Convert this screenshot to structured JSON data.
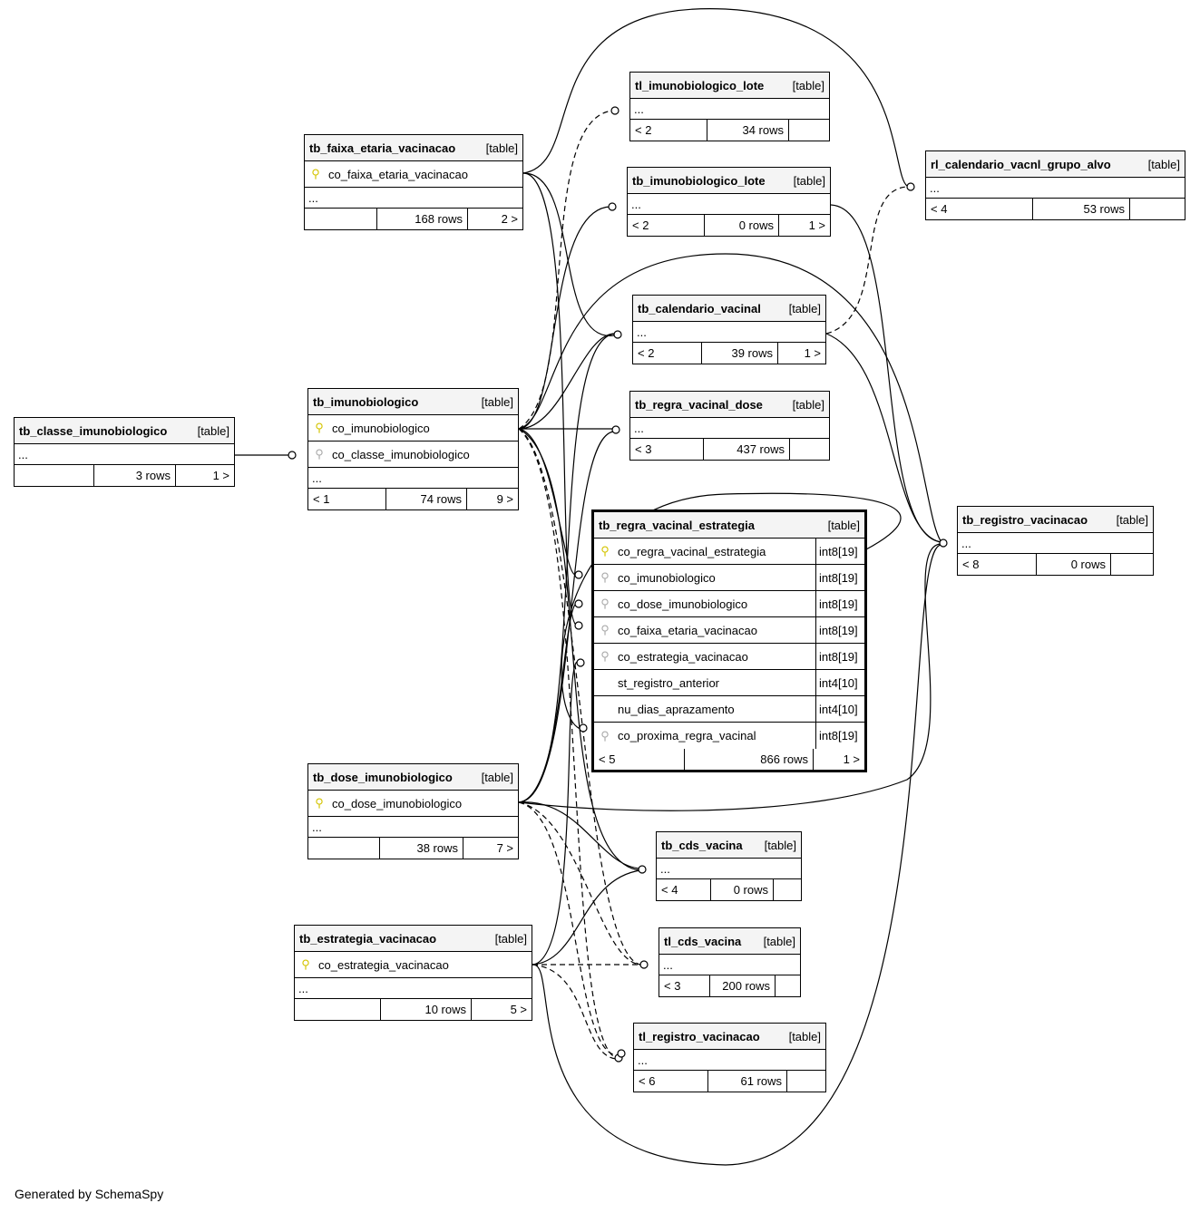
{
  "footer_text": "Generated by SchemaSpy",
  "colors": {
    "primary_key": "#d4c400",
    "foreign_key": "#aaaaaa",
    "header_bg": "#f4f4f4"
  },
  "tables": {
    "tl_imunobiologico_lote": {
      "name": "tl_imunobiologico_lote",
      "kind": "[table]",
      "dots": "...",
      "left": "< 2",
      "rows": "34 rows",
      "right": ""
    },
    "tb_imunobiologico_lote": {
      "name": "tb_imunobiologico_lote",
      "kind": "[table]",
      "dots": "...",
      "left": "< 2",
      "rows": "0 rows",
      "right": "1 >"
    },
    "rl_calendario_vacnl_grupo_alvo": {
      "name": "rl_calendario_vacnl_grupo_alvo",
      "kind": "[table]",
      "dots": "...",
      "left": "< 4",
      "rows": "53 rows",
      "right": ""
    },
    "tb_faixa_etaria_vacinacao": {
      "name": "tb_faixa_etaria_vacinacao",
      "kind": "[table]",
      "col1": "co_faixa_etaria_vacinacao",
      "dots": "...",
      "left": "",
      "rows": "168 rows",
      "right": "2 >"
    },
    "tb_calendario_vacinal": {
      "name": "tb_calendario_vacinal",
      "kind": "[table]",
      "dots": "...",
      "left": "< 2",
      "rows": "39 rows",
      "right": "1 >"
    },
    "tb_imunobiologico": {
      "name": "tb_imunobiologico",
      "kind": "[table]",
      "col1": "co_imunobiologico",
      "col2": "co_classe_imunobiologico",
      "dots": "...",
      "left": "< 1",
      "rows": "74 rows",
      "right": "9 >"
    },
    "tb_classe_imunobiologico": {
      "name": "tb_classe_imunobiologico",
      "kind": "[table]",
      "dots": "...",
      "left": "",
      "rows": "3 rows",
      "right": "1 >"
    },
    "tb_regra_vacinal_dose": {
      "name": "tb_regra_vacinal_dose",
      "kind": "[table]",
      "dots": "...",
      "left": "< 3",
      "rows": "437 rows",
      "right": ""
    },
    "tb_regra_vacinal_estrategia": {
      "name": "tb_regra_vacinal_estrategia",
      "kind": "[table]",
      "columns": [
        {
          "name": "co_regra_vacinal_estrategia",
          "type": "int8[19]",
          "key": "pk"
        },
        {
          "name": "co_imunobiologico",
          "type": "int8[19]",
          "key": "fk"
        },
        {
          "name": "co_dose_imunobiologico",
          "type": "int8[19]",
          "key": "fk"
        },
        {
          "name": "co_faixa_etaria_vacinacao",
          "type": "int8[19]",
          "key": "fk"
        },
        {
          "name": "co_estrategia_vacinacao",
          "type": "int8[19]",
          "key": "fk"
        },
        {
          "name": "st_registro_anterior",
          "type": "int4[10]",
          "key": ""
        },
        {
          "name": "nu_dias_aprazamento",
          "type": "int4[10]",
          "key": ""
        },
        {
          "name": "co_proxima_regra_vacinal",
          "type": "int8[19]",
          "key": "fk"
        }
      ],
      "left": "< 5",
      "rows": "866 rows",
      "right": "1 >"
    },
    "tb_registro_vacinacao": {
      "name": "tb_registro_vacinacao",
      "kind": "[table]",
      "dots": "...",
      "left": "< 8",
      "rows": "0 rows",
      "right": ""
    },
    "tb_dose_imunobiologico": {
      "name": "tb_dose_imunobiologico",
      "kind": "[table]",
      "col1": "co_dose_imunobiologico",
      "dots": "...",
      "left": "",
      "rows": "38 rows",
      "right": "7 >"
    },
    "tb_cds_vacina": {
      "name": "tb_cds_vacina",
      "kind": "[table]",
      "dots": "...",
      "left": "< 4",
      "rows": "0 rows",
      "right": ""
    },
    "tb_estrategia_vacinacao": {
      "name": "tb_estrategia_vacinacao",
      "kind": "[table]",
      "col1": "co_estrategia_vacinacao",
      "dots": "...",
      "left": "",
      "rows": "10 rows",
      "right": "5 >"
    },
    "tl_cds_vacina": {
      "name": "tl_cds_vacina",
      "kind": "[table]",
      "dots": "...",
      "left": "< 3",
      "rows": "200 rows",
      "right": ""
    },
    "tl_registro_vacinacao": {
      "name": "tl_registro_vacinacao",
      "kind": "[table]",
      "dots": "...",
      "left": "< 6",
      "rows": "61 rows",
      "right": ""
    }
  }
}
